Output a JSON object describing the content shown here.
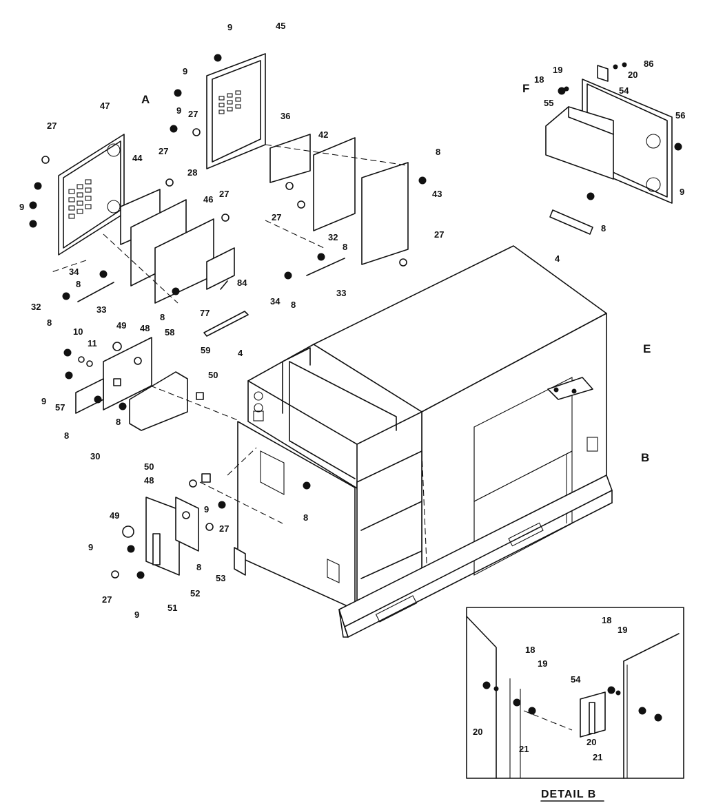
{
  "callouts": {
    "c9_a": "9",
    "c45": "45",
    "c9_b": "9",
    "c9_c": "9",
    "c27_a": "27",
    "c27_b": "27",
    "c47": "47",
    "cA": "A",
    "c27_c": "27",
    "c44": "44",
    "c28": "28",
    "c27_d": "27",
    "c46": "46",
    "c36": "36",
    "c42": "42",
    "c8_a": "8",
    "c43": "43",
    "c9_d": "9",
    "c27_e": "27",
    "c27_f": "27",
    "c32_a": "32",
    "c8_b": "8",
    "c34_a": "34",
    "c8_c": "8",
    "c84": "84",
    "c34_b": "34",
    "c8_d": "8",
    "c33_a": "33",
    "c32_b": "32",
    "c8_e": "8",
    "c33_b": "33",
    "c8_f": "8",
    "c77": "77",
    "c4_a": "4",
    "c10": "10",
    "c11": "11",
    "c49_a": "49",
    "c48_a": "48",
    "c58": "58",
    "c59": "59",
    "c50_a": "50",
    "c9_e": "9",
    "c57": "57",
    "c8_g": "8",
    "c8_h": "8",
    "c30": "30",
    "c50_b": "50",
    "c48_b": "48",
    "c9_f": "9",
    "c8_i": "8",
    "c49_b": "49",
    "c27_g": "27",
    "c9_g": "9",
    "c8_j": "8",
    "c53": "53",
    "c27_h": "27",
    "c52": "52",
    "c51": "51",
    "c9_h": "9",
    "cE": "E",
    "cB": "B",
    "c19_a": "19",
    "c86": "86",
    "c18_a": "18",
    "c20_a": "20",
    "cF": "F",
    "c54_a": "54",
    "c55": "55",
    "c56": "56",
    "c9_i": "9",
    "c8_k": "8",
    "c4_b": "4",
    "c18_b": "18",
    "c19_b": "19",
    "c18_c": "18",
    "c19_c": "19",
    "c54_b": "54",
    "c20_b": "20",
    "c21_a": "21",
    "c20_c": "20",
    "c21_b": "21"
  },
  "detail_caption": "DETAIL B"
}
